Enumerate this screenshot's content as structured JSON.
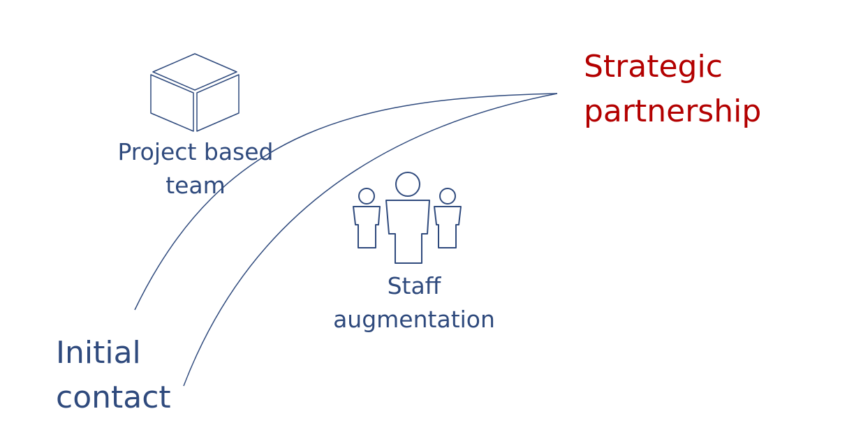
{
  "colors": {
    "line": "#2f4a7d",
    "text_primary": "#2f4a7d",
    "text_accent": "#b30000",
    "background": "#ffffff"
  },
  "labels": {
    "strategic_partnership": [
      "Strategic",
      "partnership"
    ],
    "initial_contact": [
      "Initial",
      "contact"
    ],
    "project_based_team": [
      "Project based",
      "team"
    ],
    "staff_augmentation": [
      "Staff",
      "augmentation"
    ]
  },
  "icons": {
    "project_based_team": "cube-icon",
    "staff_augmentation": "people-group-icon"
  }
}
